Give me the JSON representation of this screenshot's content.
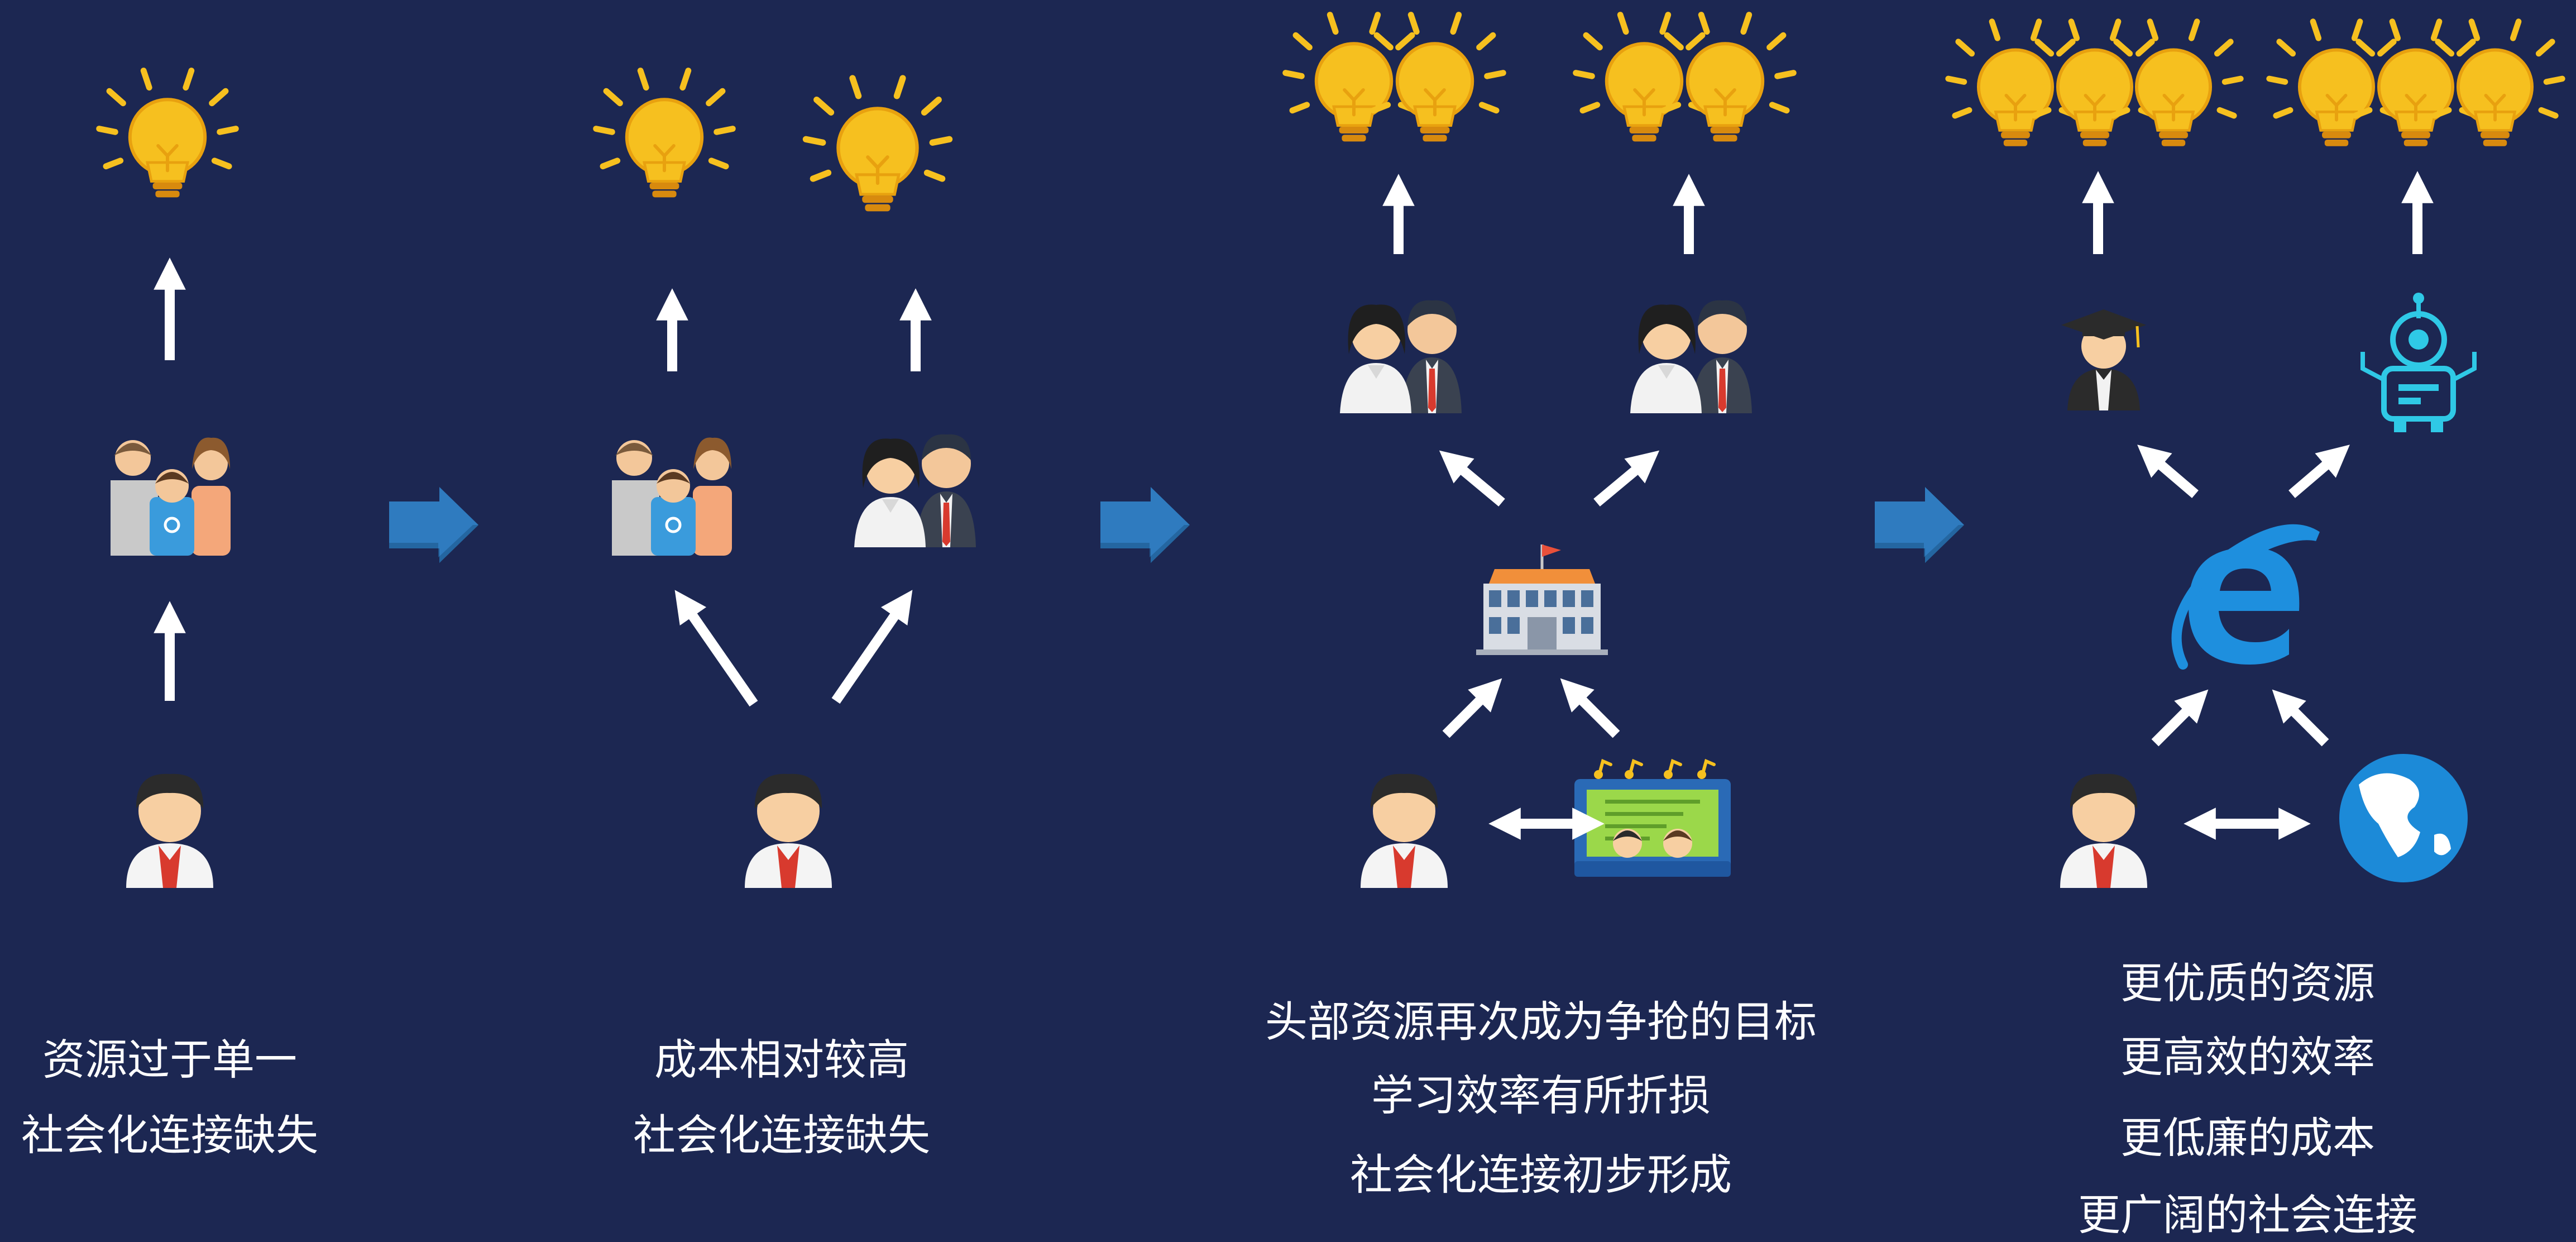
{
  "colors": {
    "background": "#1c2752",
    "bulb": "#f6c01f",
    "bulb_outline": "#e8a10f",
    "bulb_base": "#d88a0e",
    "stage_arrow": "#2f7bbf",
    "flow_arrow": "#ffffff",
    "caption": "#ffffff",
    "edge_blue": "#1e8fde",
    "globe": "#1c8ad8",
    "robot": "#2fc9e6",
    "projector": "#9bd84a"
  },
  "icons": {
    "bulb": "lightbulb-icon",
    "student": "student-icon",
    "family": "family-icon",
    "teachers": "teachers-icon",
    "school": "school-building-icon",
    "classroom": "classroom-icon",
    "graduate": "graduate-icon",
    "robot": "robot-icon",
    "internet": "internet-explorer-icon",
    "globe": "globe-icon",
    "stage_arrow": "stage-transition-arrow-icon"
  },
  "stages": [
    {
      "captions": [
        "资源过于单一",
        "社会化连接缺失"
      ]
    },
    {
      "captions": [
        "成本相对较高",
        "社会化连接缺失"
      ]
    },
    {
      "captions": [
        "头部资源再次成为争抢的目标",
        "学习效率有所折损",
        "社会化连接初步形成"
      ]
    },
    {
      "captions": [
        "更优质的资源",
        "更高效的效率",
        "更低廉的成本",
        "更广阔的社会连接"
      ]
    }
  ]
}
